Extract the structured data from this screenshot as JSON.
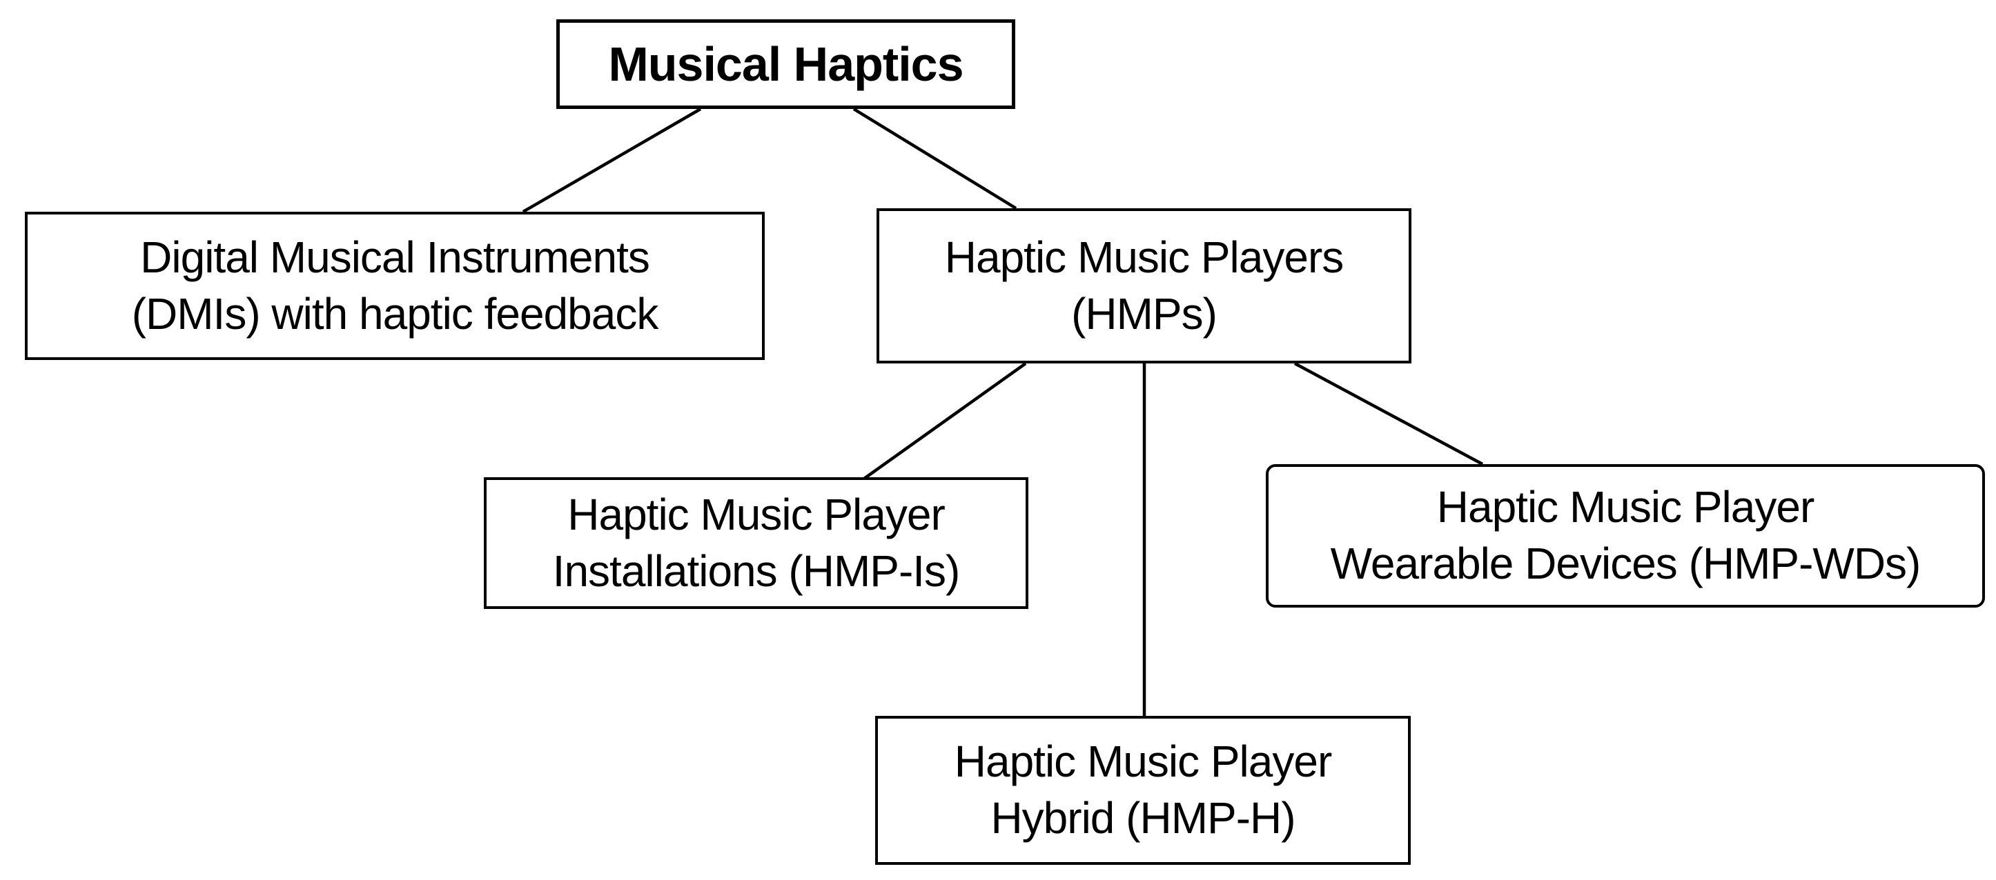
{
  "diagram": {
    "nodes": {
      "root": {
        "label": "Musical Haptics"
      },
      "dmi": {
        "label": "Digital Musical Instruments\n(DMIs) with haptic feedback"
      },
      "hmp": {
        "label": "Haptic Music Players\n(HMPs)"
      },
      "hmp_i": {
        "label": "Haptic Music Player\nInstallations (HMP-Is)"
      },
      "hmp_wd": {
        "label": "Haptic Music Player\nWearable Devices (HMP-WDs)"
      },
      "hmp_h": {
        "label": "Haptic Music Player\nHybrid (HMP-H)"
      }
    },
    "edges": [
      {
        "from": "Musical Haptics",
        "to": "Digital Musical Instruments (DMIs) with haptic feedback"
      },
      {
        "from": "Musical Haptics",
        "to": "Haptic Music Players (HMPs)"
      },
      {
        "from": "Haptic Music Players (HMPs)",
        "to": "Haptic Music Player Installations (HMP-Is)"
      },
      {
        "from": "Haptic Music Players (HMPs)",
        "to": "Haptic Music Player Hybrid (HMP-H)"
      },
      {
        "from": "Haptic Music Players (HMPs)",
        "to": "Haptic Music Player Wearable Devices (HMP-WDs)"
      }
    ],
    "colors": {
      "background": "#ffffff",
      "node_fill": "#ffffff",
      "node_border": "#000000",
      "text": "#000000",
      "edge": "#000000"
    }
  }
}
